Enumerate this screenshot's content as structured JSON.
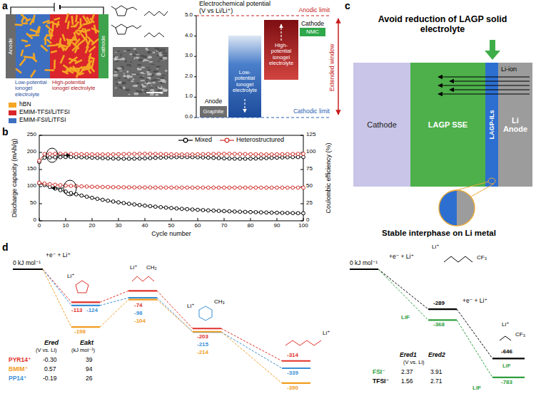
{
  "diagram": {
    "nodes": [
      {
        "text": [
          "Anode"
        ]
      },
      {
        "text": [
          "Cathode"
        ]
      },
      {
        "text": [
          "Anode",
          "Graphite"
        ]
      },
      {
        "text": [
          "Low-potential ionogel electrolyte"
        ]
      },
      {
        "text": [
          "High-potential ionogel electrolyte"
        ]
      },
      {
        "text": [
          "Cathode",
          "NMC"
        ]
      },
      {
        "text": [
          "Cathode"
        ]
      },
      {
        "text": [
          "LAGP SSE"
        ]
      },
      {
        "text": [
          "LAGP-ILs"
        ]
      },
      {
        "text": [
          "Li Anode"
        ]
      }
    ],
    "labels": [
      "a",
      "Low-potential ionogel electrolyte",
      "High-potential ionogel electrolyte",
      "Electrochemical potential",
      "(V vs Li/Li⁺)",
      "5.0",
      "4.0",
      "3.0",
      "2.0",
      "1.0",
      "0.0",
      "Anodic limit",
      "Cathodic limit",
      "Extended window",
      "b",
      "Discharge capacity (mAh/g)",
      "Coulombic efficiency (%)",
      "Cycle number",
      "0",
      "50",
      "100",
      "150",
      "200",
      "250",
      "0",
      "25",
      "50",
      "75",
      "100",
      "125",
      "0",
      "10",
      "20",
      "30",
      "40",
      "50",
      "60",
      "70",
      "80",
      "90",
      "100",
      "c",
      "Avoid reduction of LAGP solid electrolyte",
      "Li-ion",
      "Stable interphase on Li metal",
      "d",
      "0 kJ mol⁻¹",
      "+e⁻ + Li⁺",
      "-113",
      "-124",
      "-198",
      "-74",
      "-98",
      "-104",
      "-203",
      "-215",
      "-214",
      "-314",
      "-339",
      "-390",
      "Ered",
      "Eakt",
      "(V vs. Li)",
      "(kJ mol⁻¹)",
      "PYR14⁺",
      "-0.30",
      "39",
      "BMIM⁺",
      "0.57",
      "94",
      "PP14⁺",
      "-0.19",
      "26",
      "0 kJ mol⁻¹",
      "+e⁻ + Li⁺",
      "+e⁻ + Li⁺",
      "-289",
      "-368",
      "-646",
      "-783",
      "LiF",
      "LiF",
      "LiF",
      "Ered1",
      "Ered2",
      "(V vs. Li)",
      "FSI⁻",
      "2.37",
      "3.91",
      "TFSI⁻",
      "1.56",
      "2.71",
      "Li⁺",
      "Li⁺",
      "Li⁺",
      "Li⁺",
      "CH₂",
      "CH₃",
      "Li⁺",
      "CF₃",
      "Li⁺",
      "CF₃"
    ],
    "legend": [
      {
        "text": "hBN",
        "color": "#f5a623"
      },
      {
        "text": "EMIM-TFSI/LiTFSI",
        "color": "#d9252b"
      },
      {
        "text": "EMIM-FSI/LiTFSI",
        "color": "#3d6fc0"
      },
      {
        "text": "Mixed"
      },
      {
        "text": "Heterostructured"
      }
    ]
  }
}
